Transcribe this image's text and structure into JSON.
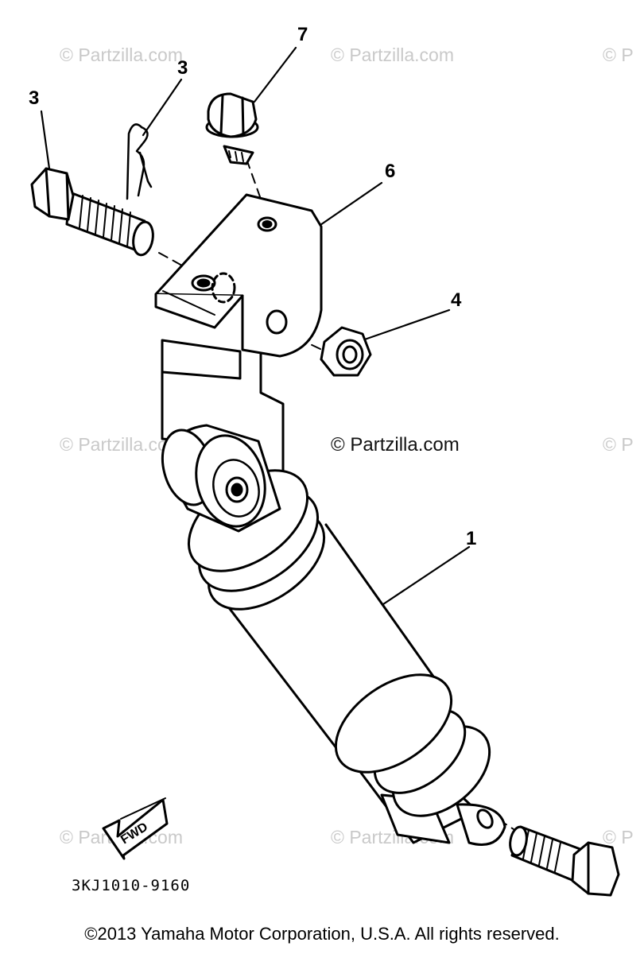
{
  "watermarks": {
    "text": "© Partzilla.com",
    "partial_text": "© P"
  },
  "center_watermark": "© Partzilla.com",
  "callouts": {
    "c1": "1",
    "c3a": "3",
    "c3b": "3",
    "c4": "4",
    "c6": "6",
    "c7": "7"
  },
  "fwd_arrow": {
    "label": "FWD"
  },
  "part_code": "3KJ1010-9160",
  "copyright": "©2013 Yamaha Motor Corporation, U.S.A. All rights reserved."
}
